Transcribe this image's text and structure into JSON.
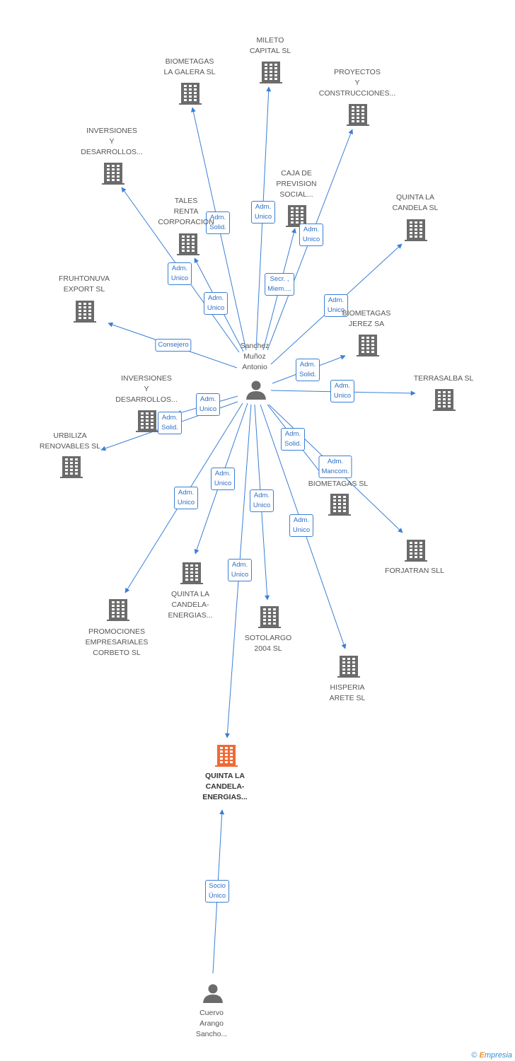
{
  "colors": {
    "edge": "#3a7fd5",
    "building": "#6b6b6b",
    "focus": "#f06a35",
    "person": "#6b6b6b"
  },
  "nodes": [
    {
      "id": "center",
      "type": "person",
      "label": "Sanchez\nMuñoz\nAntonio"
    },
    {
      "id": "mileto",
      "type": "company",
      "label": "MILETO\nCAPITAL SL"
    },
    {
      "id": "galera",
      "type": "company",
      "label": "BIOMETAGAS\nLA GALERA SL"
    },
    {
      "id": "proyectos",
      "type": "company",
      "label": "PROYECTOS\nY\nCONSTRUCCIONES..."
    },
    {
      "id": "inversiones1",
      "type": "company",
      "label": "INVERSIONES\nY\nDESARROLLOS..."
    },
    {
      "id": "caja",
      "type": "company",
      "label": "CAJA DE\nPREVISION\nSOCIAL..."
    },
    {
      "id": "tales",
      "type": "company",
      "label": "TALES\nRENTA\nCORPORACION"
    },
    {
      "id": "quintaCandela",
      "type": "company",
      "label": "QUINTA LA\nCANDELA SL"
    },
    {
      "id": "fruhtonuva",
      "type": "company",
      "label": "FRUHTONUVA\nEXPORT SL"
    },
    {
      "id": "jerez",
      "type": "company",
      "label": "BIOMETAGAS\nJEREZ SA"
    },
    {
      "id": "terrasalba",
      "type": "company",
      "label": "TERRASALBA SL"
    },
    {
      "id": "inversiones2",
      "type": "company",
      "label": "INVERSIONES\nY\nDESARROLLOS..."
    },
    {
      "id": "urbiliza",
      "type": "company",
      "label": "URBILIZA\nRENOVABLES SL"
    },
    {
      "id": "biometagasSL",
      "type": "company",
      "label": "BIOMETAGAS SL"
    },
    {
      "id": "forjatran",
      "type": "company",
      "label": "FORJATRAN SLL"
    },
    {
      "id": "quintaEnergias1",
      "type": "company",
      "label": "QUINTA LA\nCANDELA-\nENERGIAS..."
    },
    {
      "id": "promociones",
      "type": "company",
      "label": "PROMOCIONES\nEMPRESARIALES\nCORBETO SL"
    },
    {
      "id": "sotolargo",
      "type": "company",
      "label": "SOTOLARGO\n2004 SL"
    },
    {
      "id": "hisperia",
      "type": "company",
      "label": "HISPERIA\nARETE SL"
    },
    {
      "id": "focus",
      "type": "focus",
      "label": "QUINTA LA\nCANDELA-\nENERGIAS..."
    },
    {
      "id": "cuervo",
      "type": "person",
      "label": "Cuervo\nArango\nSancho..."
    }
  ],
  "edges": [
    {
      "to": "mileto",
      "label": "Adm.\nUnico"
    },
    {
      "to": "galera",
      "label": "Adm.\nSolid."
    },
    {
      "to": "proyectos",
      "label": "Adm.\nUnico"
    },
    {
      "to": "inversiones1",
      "label": "Adm.\nUnico"
    },
    {
      "to": "caja",
      "label": "Secr. ,\nMiem...."
    },
    {
      "to": "tales",
      "label": "Adm.\nUnico"
    },
    {
      "to": "quintaCandela",
      "label": "Adm.\nUnico"
    },
    {
      "to": "fruhtonuva",
      "label": "Consejero"
    },
    {
      "to": "jerez",
      "label": "Adm.\nSolid."
    },
    {
      "to": "terrasalba",
      "label": "Adm.\nUnico"
    },
    {
      "to": "inversiones2",
      "label": "Adm.\nUnico"
    },
    {
      "to": "urbiliza",
      "label": "Adm.\nSolid."
    },
    {
      "to": "biometagasSL",
      "label": "Adm.\nSolid."
    },
    {
      "to": "forjatran",
      "label": "Adm.\nMancom."
    },
    {
      "to": "quintaEnergias1",
      "label": "Adm.\nUnico"
    },
    {
      "to": "promociones",
      "label": "Adm.\nUnico"
    },
    {
      "to": "sotolargo",
      "label": "Adm.\nUnico"
    },
    {
      "to": "hisperia",
      "label": "Adm.\nUnico"
    },
    {
      "to": "focus",
      "label": "Adm.\nUnico"
    },
    {
      "from": "cuervo",
      "to": "focus",
      "label": "Socio\nÚnico"
    }
  ],
  "footer": {
    "copyright": "©",
    "brand_initial": "E",
    "brand_rest": "mpresia"
  }
}
